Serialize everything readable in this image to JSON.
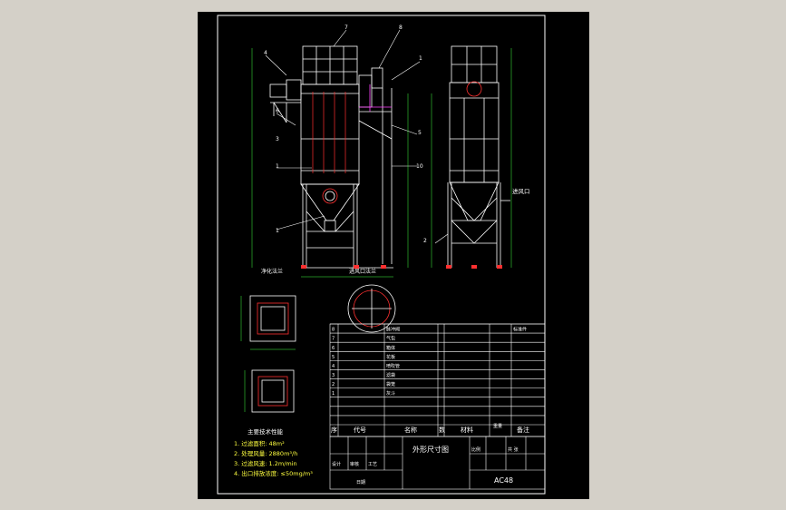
{
  "labels": {
    "flange_left": "净化法兰",
    "flange_inlet": "进风口法兰",
    "inlet": "进风口",
    "spec_title": "主要技术性能",
    "drawing_title": "外形尺寸图",
    "model": "AC48"
  },
  "callouts": [
    "7",
    "8",
    "1",
    "4",
    "6",
    "3",
    "1",
    "5",
    "10",
    "1",
    "2"
  ],
  "specs": [
    "1. 过滤面积: 48m²",
    "2. 处理风量: 2880m³/h",
    "3. 过滤风速: 1.2m/min",
    "4. 出口排放浓度: ≤50mg/m³"
  ],
  "bom": {
    "header": {
      "no": "序",
      "code": "代号",
      "name": "名称",
      "qty": "数",
      "material": "材料",
      "weight": "重量",
      "remark": "备注"
    },
    "rows": [
      {
        "no": "8",
        "name": "脉冲阀",
        "remark": "标准件"
      },
      {
        "no": "7",
        "name": "气包",
        "remark": ""
      },
      {
        "no": "6",
        "name": "箱体",
        "remark": ""
      },
      {
        "no": "5",
        "name": "花板",
        "remark": ""
      },
      {
        "no": "4",
        "name": "喷吹管",
        "remark": ""
      },
      {
        "no": "3",
        "name": "滤袋",
        "remark": ""
      },
      {
        "no": "2",
        "name": "袋笼",
        "remark": ""
      },
      {
        "no": "1",
        "name": "灰斗",
        "remark": ""
      },
      {
        "no": "",
        "name": "",
        "remark": ""
      },
      {
        "no": "",
        "name": "",
        "remark": ""
      },
      {
        "no": "",
        "name": "",
        "remark": ""
      }
    ]
  },
  "title_block": {
    "scale_label": "比例",
    "sheet_label": "共 张",
    "designer": "设计",
    "checker": "审核",
    "process": "工艺",
    "date": "日期"
  }
}
